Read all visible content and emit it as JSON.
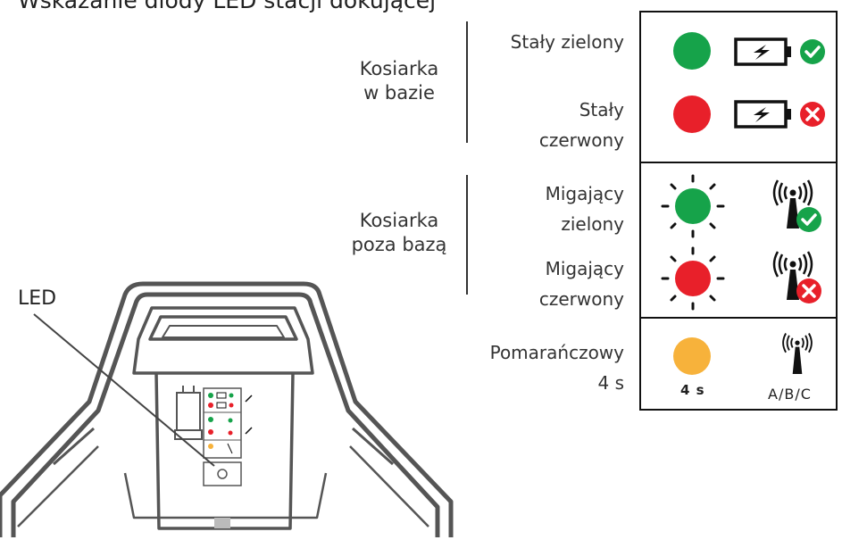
{
  "title": "Wskazanie diody LED stacji dokującej",
  "groups": {
    "in_base": "Kosiarka\nw bazie",
    "out_of_base": "Kosiarka\npoza bazą"
  },
  "states": {
    "solid_green": "Stały zielony",
    "solid_red": "Stały\nczerwony",
    "blink_green": "Migający\nzielony",
    "blink_red": "Migający\nczerwony",
    "orange": "Pomarańczowy\n4 s"
  },
  "legend": {
    "orange_duration": "4 s",
    "channel": "A/B/C"
  },
  "callout": "LED",
  "colors": {
    "green": "#16a34a",
    "red": "#e8202a",
    "orange": "#f7b23b",
    "ok_check": "#16a34a",
    "error_cross": "#e8202a"
  },
  "icons": [
    "battery-charging-icon",
    "check-circle-icon",
    "cross-circle-icon",
    "signal-tower-icon"
  ]
}
